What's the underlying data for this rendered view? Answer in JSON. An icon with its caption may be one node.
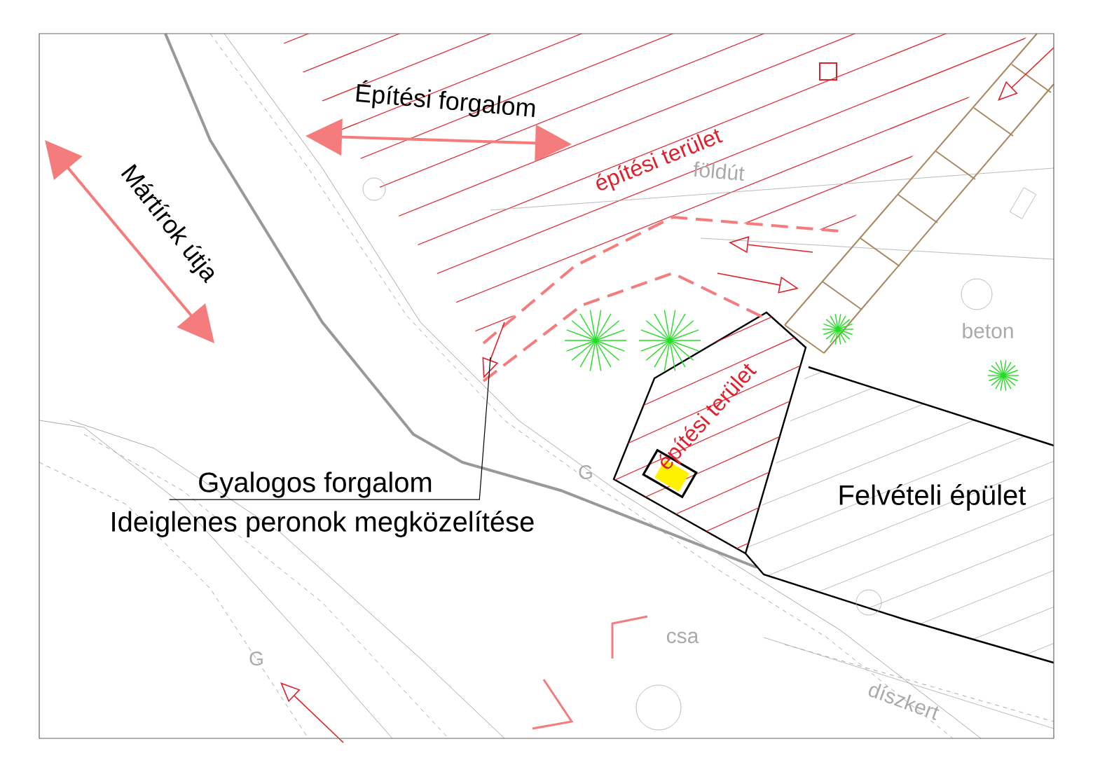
{
  "diagram": {
    "nodes": [
      {
        "text": [
          "építési terület"
        ]
      },
      {
        "text": [
          "Felvételi épület"
        ]
      },
      {
        "text": [
          "Gyalogos forgalom"
        ]
      }
    ],
    "edges": [
      {
        "from": null,
        "to": 2,
        "arrow": "none"
      }
    ],
    "labels": [
      "Építési forgalom",
      "Mártírok útja",
      "építési terület",
      "földút",
      "beton",
      "Ideiglenes peronok megközelítése",
      "G",
      "csa",
      "G",
      "díszkert"
    ]
  }
}
